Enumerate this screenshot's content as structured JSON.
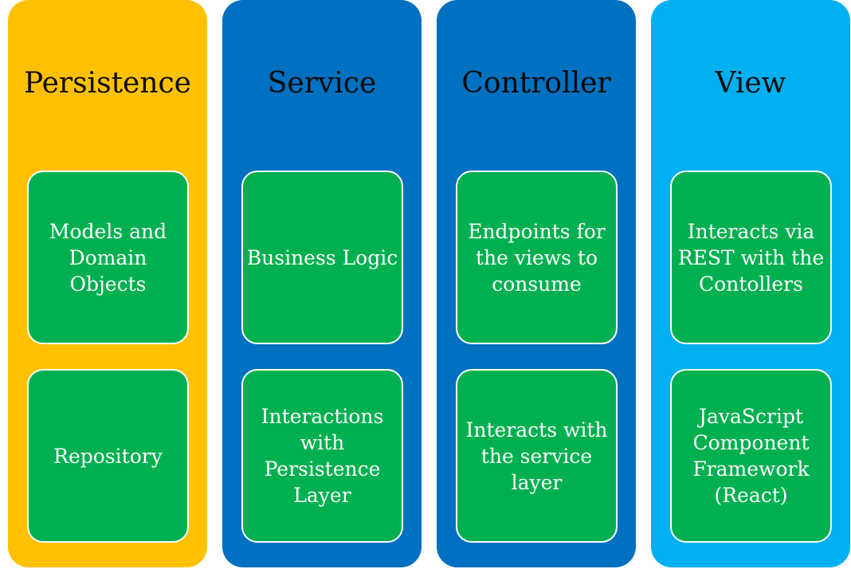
{
  "colors": {
    "persistence": "#ffc000",
    "service": "#0070c0",
    "controller": "#0070c0",
    "view": "#00b0f0",
    "box": "#00b050"
  },
  "columns": [
    {
      "title": "Persistence",
      "items": [
        "Models and Domain Objects",
        "Repository"
      ]
    },
    {
      "title": "Service",
      "items": [
        "Business Logic",
        "Interactions with Persistence Layer"
      ]
    },
    {
      "title": "Controller",
      "items": [
        "Endpoints for the views to consume",
        "Interacts with the service layer"
      ]
    },
    {
      "title": "View",
      "items": [
        "Interacts via REST with the Contollers",
        "JavaScript Component Framework (React)"
      ]
    }
  ]
}
